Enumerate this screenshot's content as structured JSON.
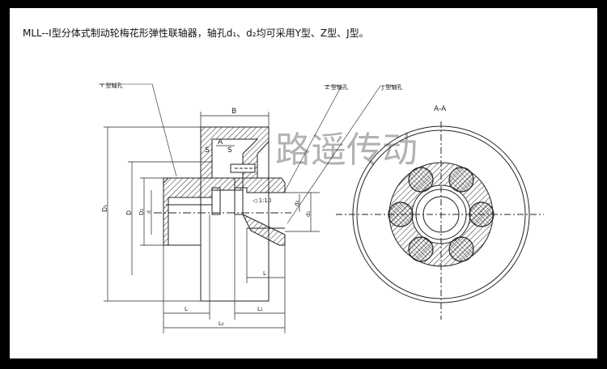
{
  "title": "MLL--Ⅰ型分体式制动轮梅花形弹性联轴器，轴孔d₁、d₂均可采用Y型、Z型、J型。",
  "labels": {
    "y_bore": "Y 型轴孔",
    "z_bore": "Z 型轴孔",
    "j_bore": "J 型轴孔",
    "section": "A-A",
    "B": "B",
    "A": "A",
    "S1": "S",
    "S2": "S",
    "taper": "1:10",
    "D1": "D₁",
    "D": "D",
    "D2": "D₂",
    "d": "d",
    "d1": "d₁",
    "d2": "d₂",
    "L_left": "L",
    "L_right": "L",
    "L1": "L₁",
    "L0": "L₀"
  },
  "watermark": "路遥传动"
}
